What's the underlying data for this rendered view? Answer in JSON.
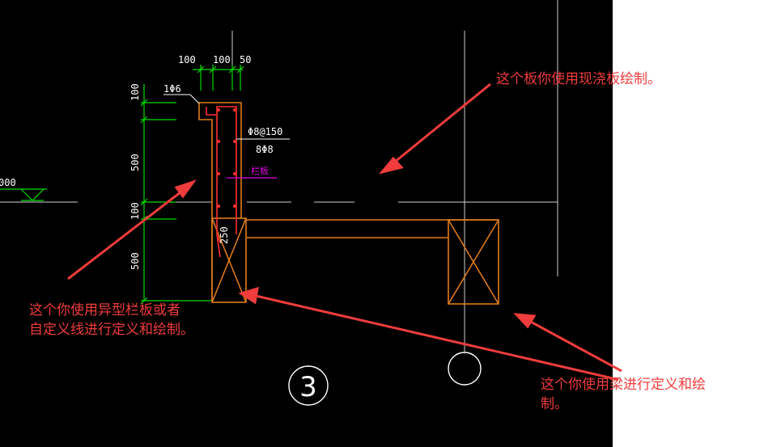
{
  "colors": {
    "background": "#000000",
    "outside": "#ffffff",
    "dimension": "#00dd00",
    "structure": "#e07b1a",
    "rebar": "#ff3030",
    "label_white": "#ffffff",
    "magenta": "#e000e0",
    "grid": "#d0d0d0",
    "annotation": "#f03c3c"
  },
  "dimensions": {
    "top": [
      "100",
      "100",
      "50"
    ],
    "left": [
      "100",
      "500",
      "100",
      "500"
    ],
    "elevation": "000",
    "width_250": "250"
  },
  "rebar_labels": {
    "top_bar": "1Φ6",
    "stirrup": "Φ8@150",
    "longitudinal": "8Φ8"
  },
  "magenta_label": "栏板",
  "axis_labels": [
    "3"
  ],
  "annotations": {
    "slab": "这个板你使用现浇板绘制。",
    "parapet_line1": "这个你使用异型栏板或者",
    "parapet_line2": "自定义线进行定义和绘制。",
    "beam_line1": "这个你使用梁进行定义和绘",
    "beam_line2": "制。"
  }
}
